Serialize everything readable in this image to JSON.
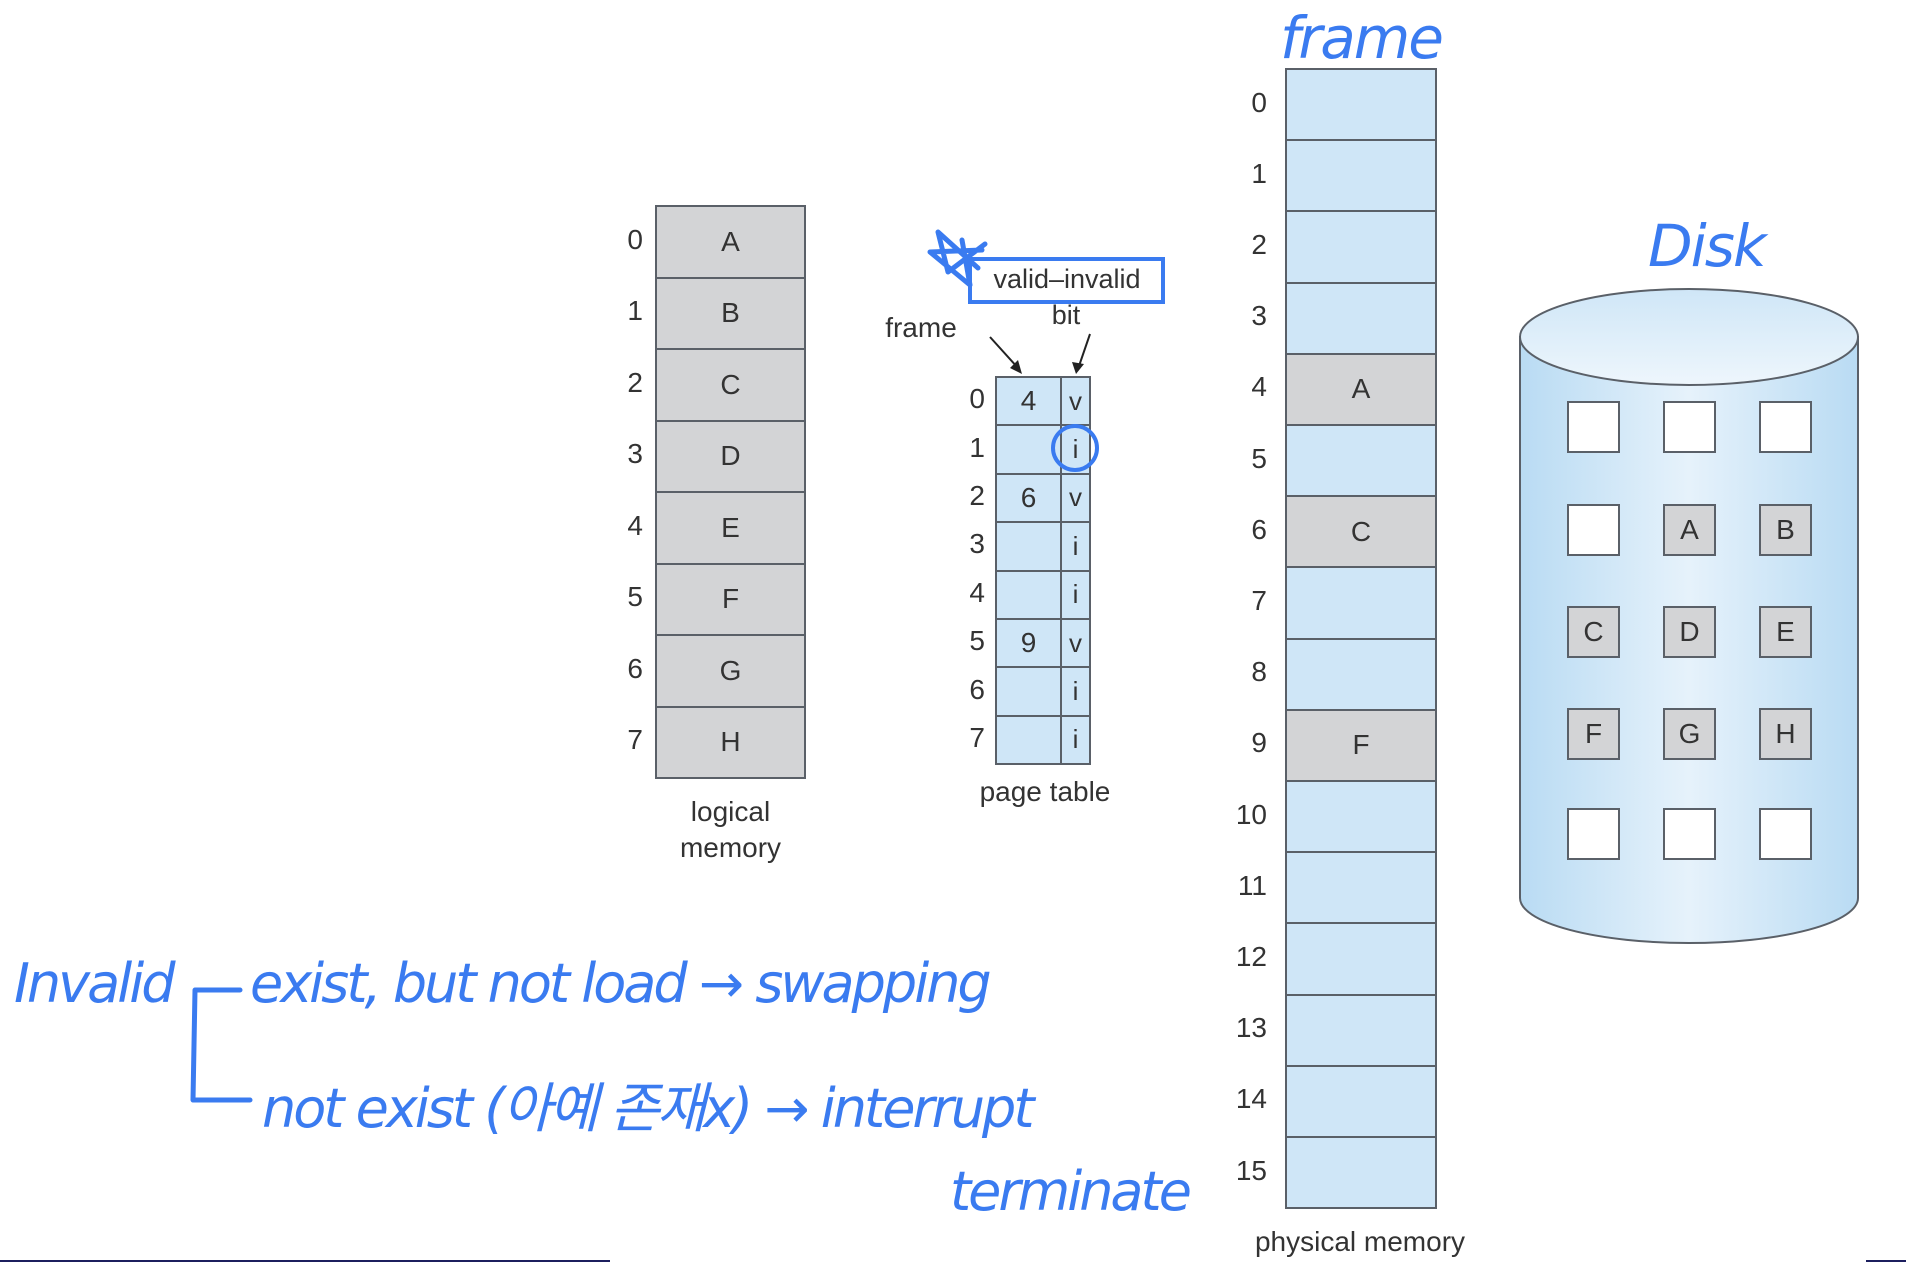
{
  "logical_memory": {
    "label_line1": "logical",
    "label_line2": "memory",
    "pages": [
      {
        "index": "0",
        "content": "A"
      },
      {
        "index": "1",
        "content": "B"
      },
      {
        "index": "2",
        "content": "C"
      },
      {
        "index": "3",
        "content": "D"
      },
      {
        "index": "4",
        "content": "E"
      },
      {
        "index": "5",
        "content": "F"
      },
      {
        "index": "6",
        "content": "G"
      },
      {
        "index": "7",
        "content": "H"
      }
    ]
  },
  "page_table": {
    "label": "page table",
    "frame_header": "frame",
    "bit_header_line1": "valid–invalid",
    "bit_header_line2": "bit",
    "rows": [
      {
        "index": "0",
        "frame": "4",
        "bit": "v"
      },
      {
        "index": "1",
        "frame": "",
        "bit": "i"
      },
      {
        "index": "2",
        "frame": "6",
        "bit": "v"
      },
      {
        "index": "3",
        "frame": "",
        "bit": "i"
      },
      {
        "index": "4",
        "frame": "",
        "bit": "i"
      },
      {
        "index": "5",
        "frame": "9",
        "bit": "v"
      },
      {
        "index": "6",
        "frame": "",
        "bit": "i"
      },
      {
        "index": "7",
        "frame": "",
        "bit": "i"
      }
    ],
    "highlighted_row": 1
  },
  "physical_memory": {
    "label": "physical memory",
    "frames": [
      {
        "index": "0",
        "content": ""
      },
      {
        "index": "1",
        "content": ""
      },
      {
        "index": "2",
        "content": ""
      },
      {
        "index": "3",
        "content": ""
      },
      {
        "index": "4",
        "content": "A"
      },
      {
        "index": "5",
        "content": ""
      },
      {
        "index": "6",
        "content": "C"
      },
      {
        "index": "7",
        "content": ""
      },
      {
        "index": "8",
        "content": ""
      },
      {
        "index": "9",
        "content": "F"
      },
      {
        "index": "10",
        "content": ""
      },
      {
        "index": "11",
        "content": ""
      },
      {
        "index": "12",
        "content": ""
      },
      {
        "index": "13",
        "content": ""
      },
      {
        "index": "14",
        "content": ""
      },
      {
        "index": "15",
        "content": ""
      }
    ]
  },
  "disk": {
    "grid": [
      [
        "",
        "",
        ""
      ],
      [
        "",
        "A",
        "B"
      ],
      [
        "C",
        "D",
        "E"
      ],
      [
        "F",
        "G",
        "H"
      ],
      [
        "",
        "",
        ""
      ]
    ]
  },
  "annotations": {
    "frame_title": "frame",
    "disk_title": "Disk",
    "invalid_heading": "Invalid",
    "case1": "exist, but not load → swapping",
    "case2": "not exist (아예 존재x) → interrupt",
    "case2_result": "terminate",
    "star_mark": "☆"
  },
  "colors": {
    "ink": "#3a7bf0",
    "page_gray": "#d3d4d6",
    "frame_blue": "#cfe6f7",
    "border": "#5a6068",
    "footer_line": "#1c1f5e"
  }
}
